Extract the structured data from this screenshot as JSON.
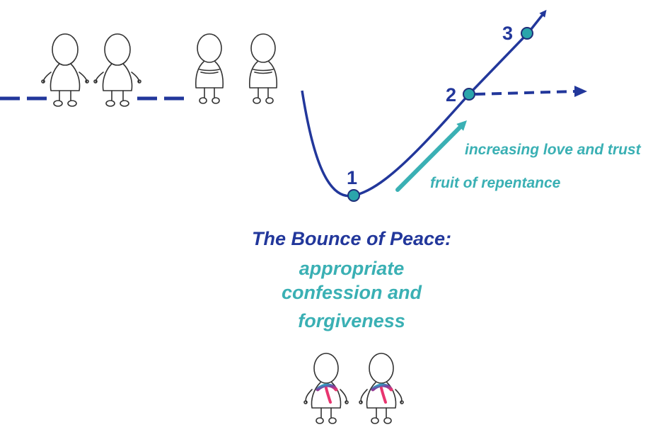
{
  "colors": {
    "navy": "#22379b",
    "teal": "#3ab0b4",
    "dot_fill": "#2aa5ab",
    "dot_stroke": "#1f2f7a",
    "sketch": "#333333"
  },
  "points": [
    {
      "label": "1"
    },
    {
      "label": "2"
    },
    {
      "label": "3"
    }
  ],
  "annotations": {
    "increasing": "increasing love and trust",
    "fruit": "fruit of repentance"
  },
  "title": {
    "main": "The Bounce of Peace:",
    "sub": [
      "appropriate",
      "confession and",
      "forgiveness"
    ]
  },
  "figures": {
    "standing_pair_left": "two standing people",
    "arms_crossed_pair": "two people with arms crossed",
    "reconciled_pair": "two people with colorful heart marks"
  }
}
